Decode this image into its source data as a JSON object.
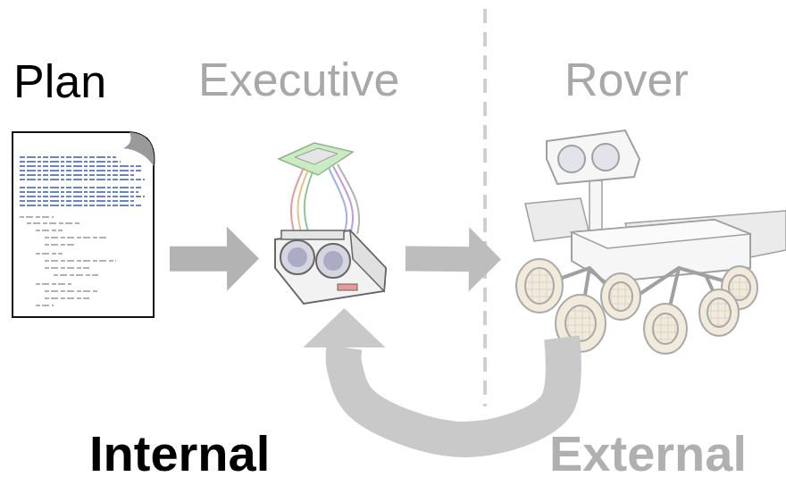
{
  "diagram": {
    "nodes": [
      {
        "text": [
          "Plan"
        ]
      },
      {
        "text": [
          "Executive"
        ]
      },
      {
        "text": [
          "Rover"
        ]
      }
    ],
    "edges": [
      {
        "from": 0,
        "to": 1,
        "arrow": "to"
      },
      {
        "from": 1,
        "to": 2,
        "arrow": "to"
      },
      {
        "from": 2,
        "to": 1,
        "arrow": "to"
      }
    ],
    "labels": [
      "Internal",
      "External"
    ]
  }
}
